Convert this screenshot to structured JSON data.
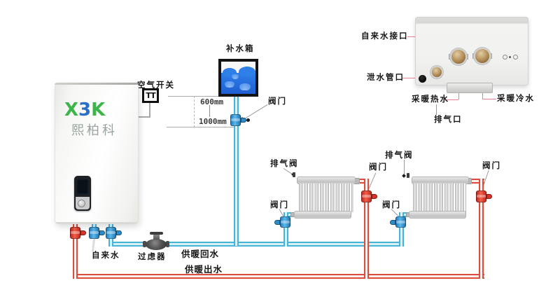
{
  "labels": {
    "tank": "补水箱",
    "air_switch": "空气开关",
    "breaker_symbol": "TT",
    "valve": "阀门",
    "air_vent_valve": "排气阀",
    "dim_600": "600mm",
    "dim_1000": "1000mm",
    "tap_water": "自来水",
    "filter": "过虑器",
    "heating_return": "供暖回水",
    "heating_supply": "供暖出水"
  },
  "brand": {
    "logo_x": "X",
    "logo_b": "3",
    "logo_k": "K",
    "name_cn": "熙柏科"
  },
  "detail_view": {
    "tap_water_port": "自来水接口",
    "drain_port": "泄水管口",
    "heating_hot_water": "采暖热水",
    "heating_cold_water": "采暖冷水",
    "exhaust_port": "排气口"
  },
  "colors": {
    "hot_pipe": "#dd4b3c",
    "cold_pipe": "#46b4d8",
    "water": "#2d7ce9",
    "logo_green": "#3db54b",
    "logo_blue": "#2a6fc8",
    "leader_pink": "#e87f92"
  }
}
